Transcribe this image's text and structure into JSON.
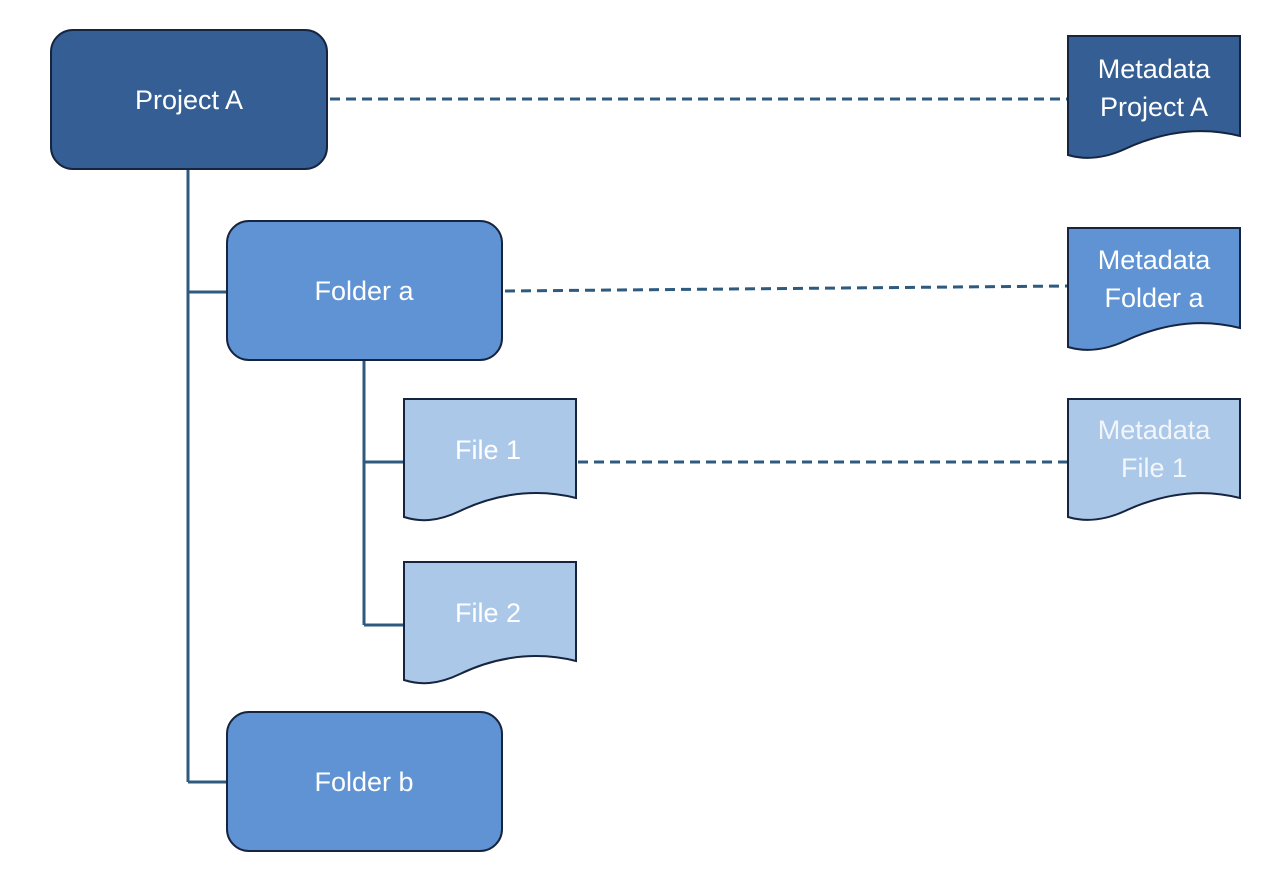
{
  "colors": {
    "project": "#345e94",
    "folder": "#5f93d3",
    "file": "#abc8e9",
    "metadata_file_text": "#f2f6fb",
    "connector": "#2f5a7f",
    "border": "#16243f",
    "label_text": "#ffffff"
  },
  "nodes": {
    "project_a": {
      "label": "Project A"
    },
    "folder_a": {
      "label": "Folder a"
    },
    "folder_b": {
      "label": "Folder b"
    },
    "file_1": {
      "label": "File 1"
    },
    "file_2": {
      "label": "File 2"
    }
  },
  "metadata": {
    "project_a": {
      "line1": "Metadata",
      "line2": "Project A"
    },
    "folder_a": {
      "line1": "Metadata",
      "line2": "Folder a"
    },
    "file_1": {
      "line1": "Metadata",
      "line2": "File 1"
    }
  }
}
